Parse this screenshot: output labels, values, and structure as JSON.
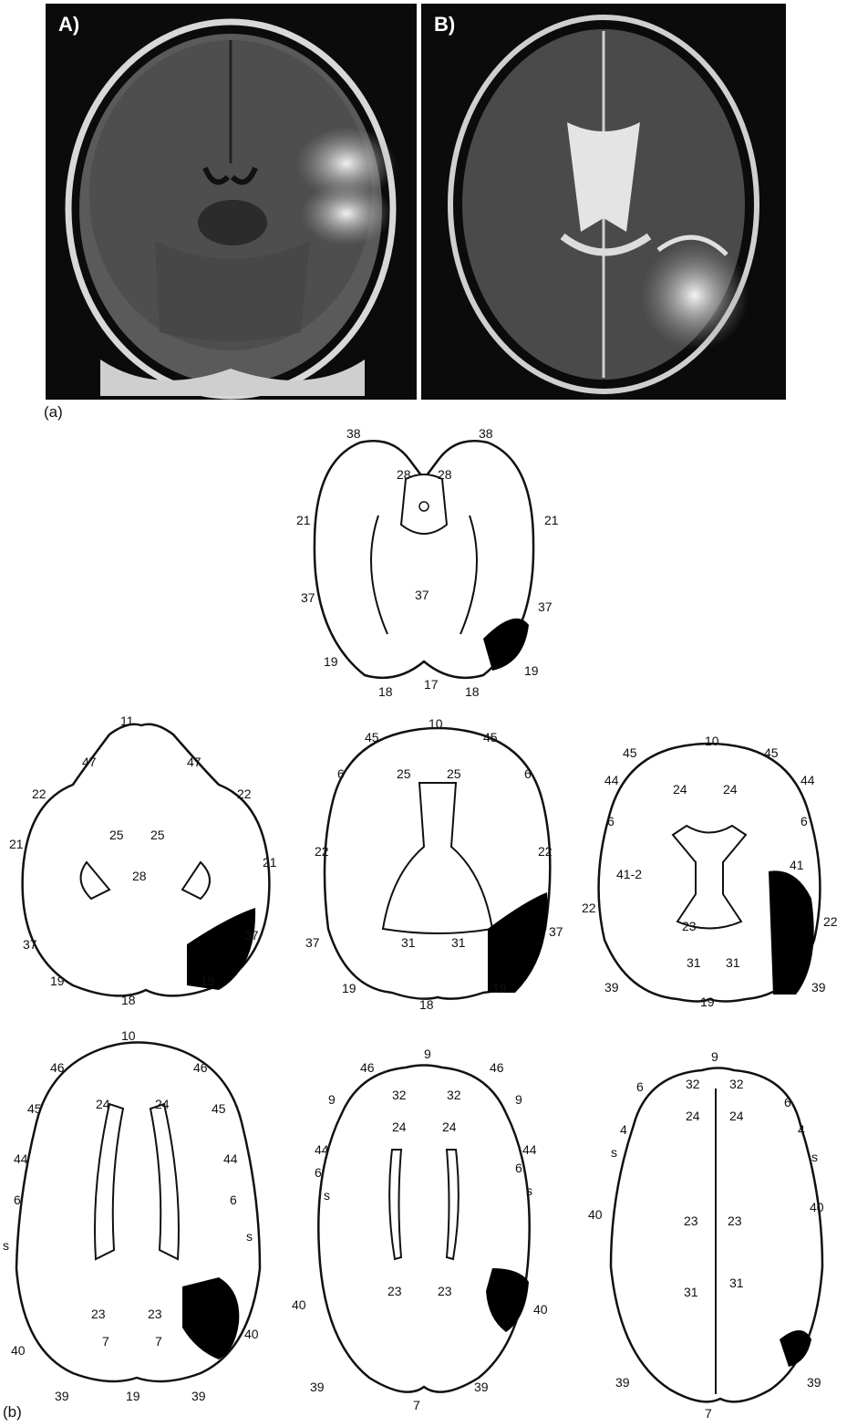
{
  "panel_a": {
    "label": "(a)",
    "mri_coronal": {
      "tag": "A)"
    },
    "mri_axial": {
      "tag": "B)"
    }
  },
  "panel_b": {
    "label": "(b)",
    "slices": [
      {
        "labels": [
          "38",
          "38",
          "28",
          "28",
          "21",
          "21",
          "37",
          "37",
          "37",
          "19",
          "19",
          "18",
          "17",
          "18"
        ]
      },
      {
        "labels": [
          "11",
          "47",
          "47",
          "22",
          "22",
          "25",
          "25",
          "21",
          "21",
          "28",
          "37",
          "37",
          "19",
          "18",
          "19"
        ]
      },
      {
        "labels": [
          "10",
          "45",
          "45",
          "6",
          "6",
          "25",
          "25",
          "22",
          "22",
          "37",
          "31",
          "31",
          "37",
          "19",
          "18",
          "19"
        ]
      },
      {
        "labels": [
          "10",
          "45",
          "45",
          "44",
          "44",
          "24",
          "24",
          "6",
          "6",
          "41-2",
          "41",
          "22",
          "22",
          "23",
          "31",
          "31",
          "39",
          "39",
          "19"
        ]
      },
      {
        "labels": [
          "10",
          "46",
          "46",
          "45",
          "45",
          "24",
          "24",
          "44",
          "44",
          "6",
          "6",
          "s",
          "s",
          "23",
          "23",
          "7",
          "7",
          "40",
          "40",
          "39",
          "39",
          "19"
        ]
      },
      {
        "labels": [
          "9",
          "46",
          "46",
          "9",
          "9",
          "32",
          "32",
          "24",
          "24",
          "44",
          "44",
          "6",
          "6",
          "s",
          "s",
          "23",
          "23",
          "40",
          "40",
          "39",
          "39",
          "7"
        ]
      },
      {
        "labels": [
          "9",
          "32",
          "32",
          "6",
          "6",
          "24",
          "24",
          "4",
          "4",
          "s",
          "s",
          "23",
          "23",
          "40",
          "40",
          "31",
          "31",
          "39",
          "39",
          "7"
        ]
      }
    ]
  }
}
